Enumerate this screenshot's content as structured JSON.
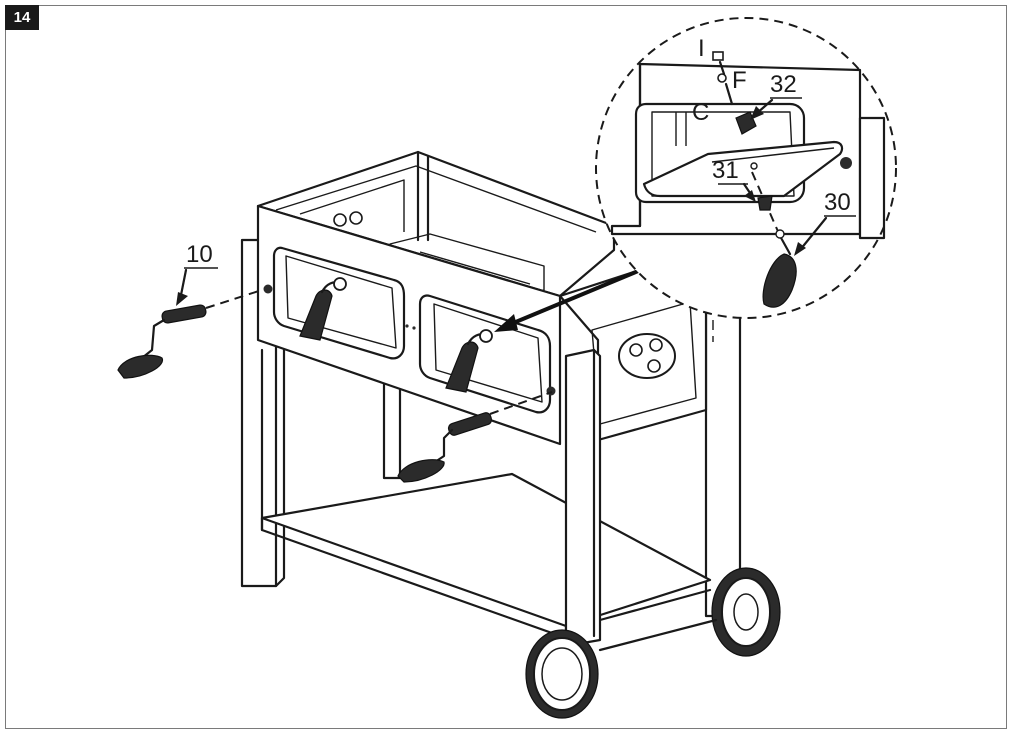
{
  "step": {
    "number": "14"
  },
  "callouts": {
    "part_10": "10",
    "part_30": "30",
    "part_31": "31",
    "part_32": "32",
    "part_I": "I",
    "part_F": "F",
    "part_C": "C"
  },
  "colors": {
    "ink": "#1a1a1a",
    "badge": "#1a1a1a",
    "frame": "#7a7a7a",
    "paper": "#ffffff"
  },
  "icons": [
    "grill-cart-illustration",
    "rotary-knob-icon",
    "wheel-icon",
    "arrow-icon"
  ]
}
